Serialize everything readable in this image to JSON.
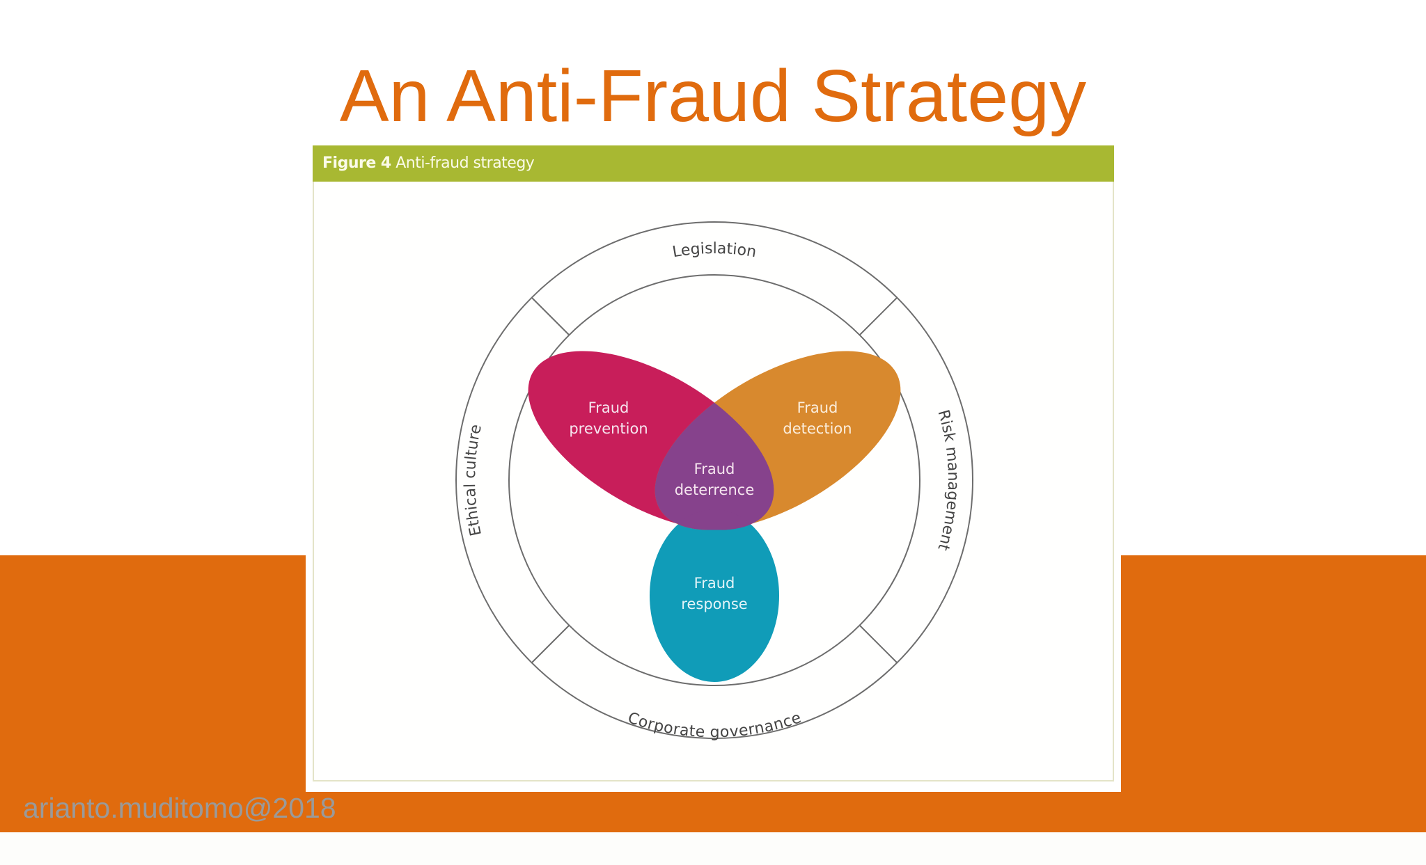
{
  "slide": {
    "title": "An Anti-Fraud Strategy",
    "watermark": "arianto.muditomo@2018",
    "colors": {
      "accent_orange": "#e06b0e",
      "figure_header_green": "#a8b832"
    }
  },
  "figure": {
    "label": "Figure 4",
    "caption": "Anti-fraud strategy",
    "outer_ring": {
      "top": "Legislation",
      "right": "Risk management",
      "bottom": "Corporate governance",
      "left": "Ethical culture"
    },
    "petals": {
      "prevention": {
        "line1": "Fraud",
        "line2": "prevention",
        "color": "#c81e5a"
      },
      "detection": {
        "line1": "Fraud",
        "line2": "detection",
        "color": "#d8892e"
      },
      "response": {
        "line1": "Fraud",
        "line2": "response",
        "color": "#109cb8"
      },
      "deterrence": {
        "line1": "Fraud",
        "line2": "deterrence",
        "color": "#86428c"
      }
    }
  }
}
